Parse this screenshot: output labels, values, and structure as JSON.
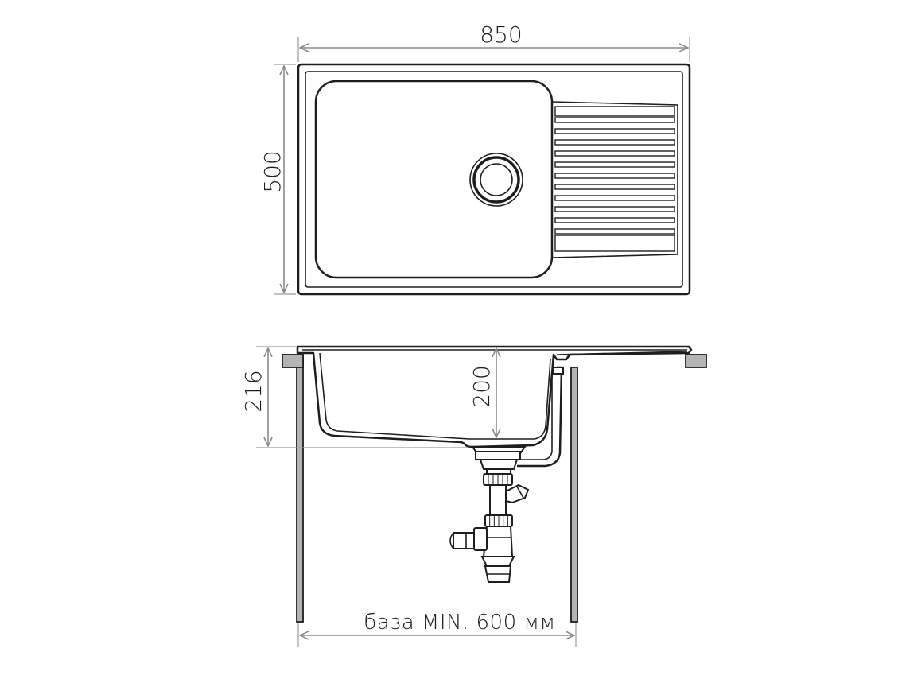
{
  "dimensions": {
    "width": "850",
    "depth": "500",
    "height_total": "216",
    "bowl_depth": "200",
    "base_min": "база MIN. 600 мм"
  },
  "colors": {
    "line": "#1e1e1e",
    "dimension_line": "#8a8a8a",
    "support_fill": "#b4b4b4"
  }
}
